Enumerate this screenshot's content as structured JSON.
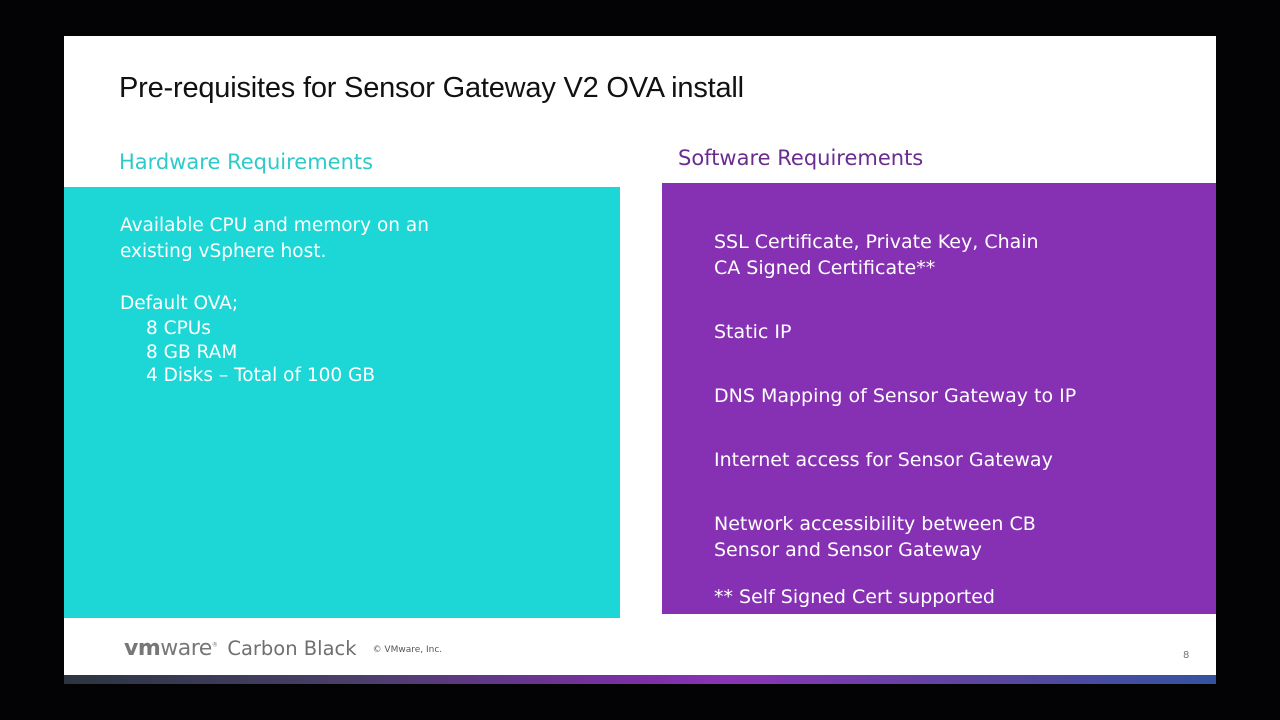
{
  "slide": {
    "title": "Pre-requisites for Sensor Gateway V2 OVA install",
    "page_number": "8"
  },
  "hardware": {
    "heading": "Hardware Requirements",
    "intro_line1": "Available CPU and memory on an",
    "intro_line2": "existing vSphere host.",
    "ova_label": "Default OVA;",
    "specs": [
      "8 CPUs",
      "8 GB RAM",
      "4 Disks – Total of 100 GB"
    ],
    "color": "#1dd6d6"
  },
  "software": {
    "heading": "Software Requirements",
    "items": [
      {
        "line1": "SSL Certificate, Private Key, Chain",
        "line2": "CA Signed Certificate**"
      },
      {
        "line1": "Static IP"
      },
      {
        "line1": "DNS Mapping of Sensor Gateway to IP"
      },
      {
        "line1": "Internet access for Sensor Gateway"
      },
      {
        "line1": "Network accessibility between CB",
        "line2": "Sensor and Sensor Gateway"
      }
    ],
    "footnote": "** Self Signed Cert supported",
    "color": "#8630b3"
  },
  "footer": {
    "logo_vm": "vm",
    "logo_ware": "ware",
    "logo_reg": "®",
    "product": "Carbon Black",
    "copyright": "© VMware, Inc."
  }
}
